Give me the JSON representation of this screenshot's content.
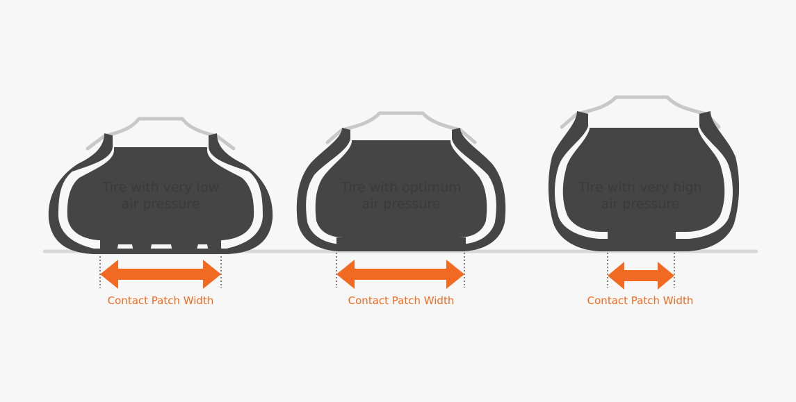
{
  "colors": {
    "background": "#f7f7f7",
    "tire": "#454545",
    "rim": "#c8c8c8",
    "ground": "#d9d9d9",
    "accent": "#f26a21",
    "label_text": "#3a3a3a",
    "guide": "#555555"
  },
  "tires": [
    {
      "id": "low",
      "label_lines": [
        "Tire with very low",
        "air pressure"
      ],
      "patch_label": "Contact Patch Width"
    },
    {
      "id": "optimum",
      "label_lines": [
        "Tire with optimum",
        "air pressure"
      ],
      "patch_label": "Contact Patch Width"
    },
    {
      "id": "high",
      "label_lines": [
        "Tire with very high",
        "air pressure"
      ],
      "patch_label": "Contact Patch Width"
    }
  ]
}
